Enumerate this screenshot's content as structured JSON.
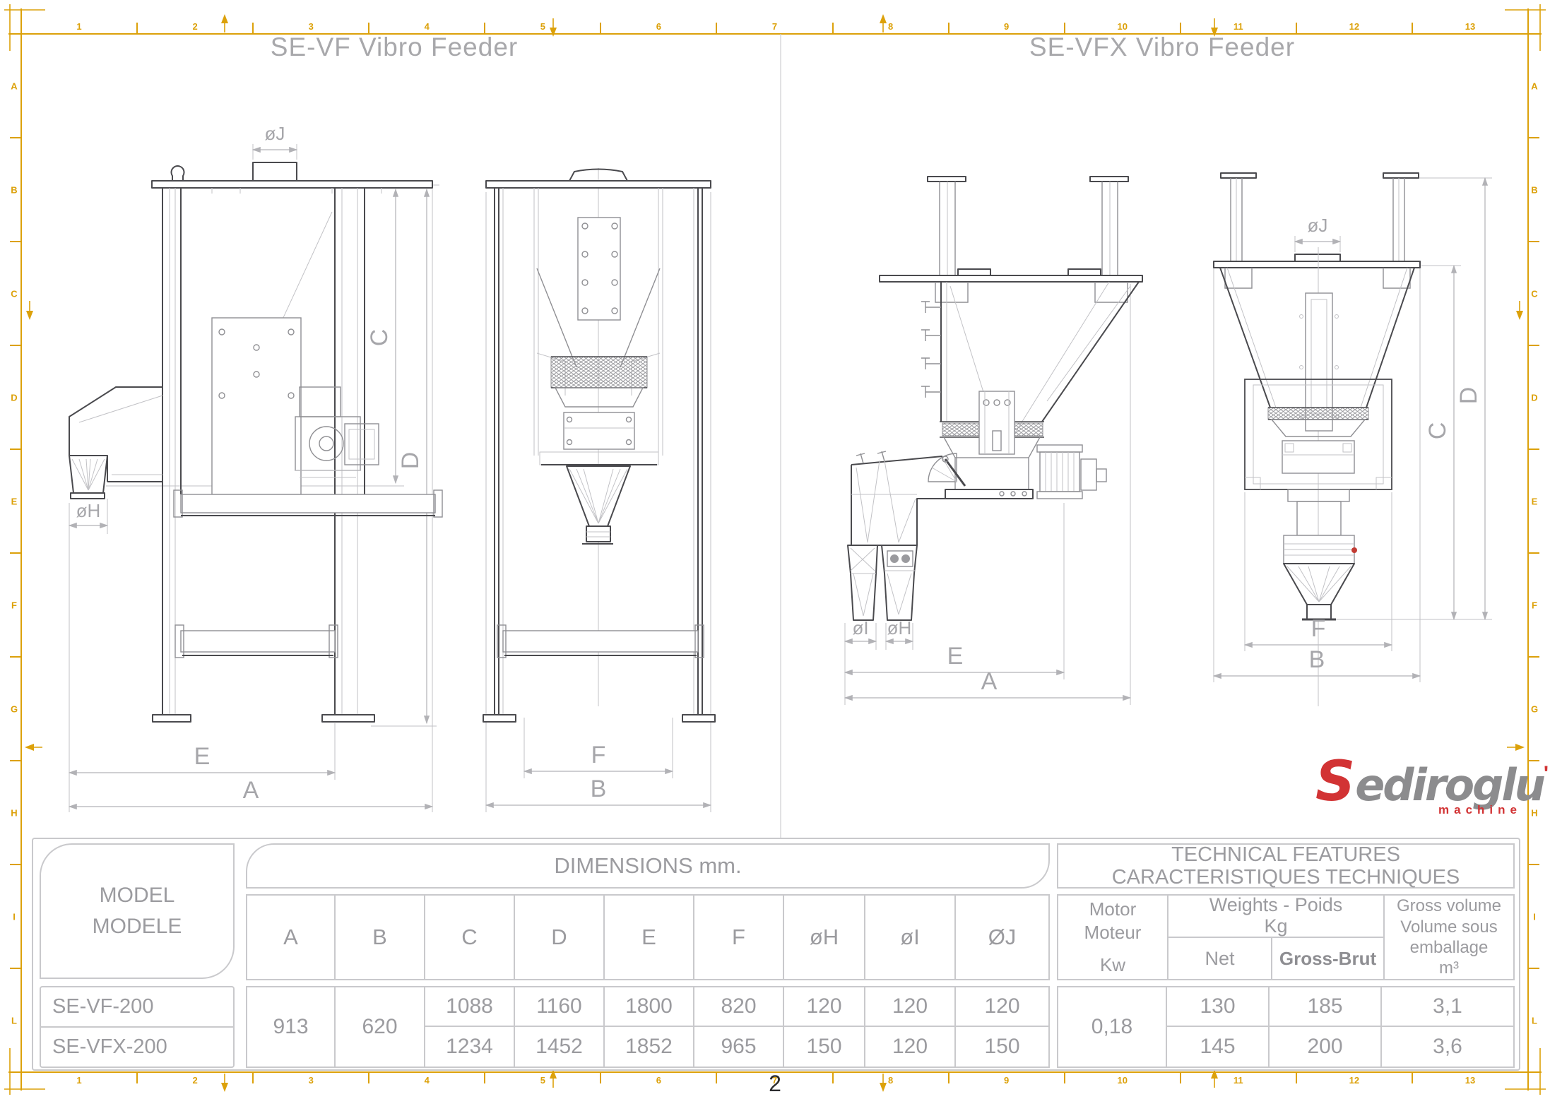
{
  "frame": {
    "accent_color": "#DCA10A",
    "top_numbers": [
      "1",
      "2",
      "3",
      "4",
      "5",
      "6",
      "7",
      "8",
      "9",
      "10",
      "11",
      "12",
      "13"
    ],
    "bottom_numbers": [
      "1",
      "2",
      "3",
      "4",
      "5",
      "6",
      "7",
      "8",
      "9",
      "10",
      "11",
      "12",
      "13"
    ],
    "left_letters": [
      "A",
      "B",
      "C",
      "D",
      "E",
      "F",
      "G",
      "H",
      "I",
      "L"
    ],
    "right_letters": [
      "A",
      "B",
      "C",
      "D",
      "E",
      "F",
      "G",
      "H",
      "I",
      "L"
    ],
    "page_number": "2"
  },
  "titles": {
    "left": "SE-VF Vibro Feeder",
    "right": "SE-VFX Vibro Feeder"
  },
  "drawings": {
    "sevf_side": {
      "dim_oj": "øJ",
      "dim_c": "C",
      "dim_d": "D",
      "dim_oh": "øH",
      "dim_e": "E",
      "dim_a": "A"
    },
    "sevf_front": {
      "dim_f": "F",
      "dim_b": "B"
    },
    "sevfx_side": {
      "dim_oi": "øI",
      "dim_oh": "øH",
      "dim_e": "E",
      "dim_a": "A"
    },
    "sevfx_front": {
      "dim_oj": "øJ",
      "dim_c": "C",
      "dim_d": "D",
      "dim_f": "F",
      "dim_b": "B"
    }
  },
  "table": {
    "model_header_1": "MODEL",
    "model_header_2": "MODELE",
    "dimensions_header": "DIMENSIONS mm.",
    "tech_header_1": "TECHNICAL FEATURES",
    "tech_header_2": "CARACTERISTIQUES TECHNIQUES",
    "dim_columns": [
      "A",
      "B",
      "C",
      "D",
      "E",
      "F",
      "øH",
      "øI",
      "ØJ"
    ],
    "motor_line1": "Motor",
    "motor_line2": "Moteur",
    "motor_line3": "Kw",
    "weights_line1": "Weights - Poids",
    "weights_line2": "Kg",
    "net_label": "Net",
    "gross_label": "Gross-Brut",
    "volume_line1": "Gross volume",
    "volume_line2": "Volume sous",
    "volume_line3": "emballage",
    "volume_line4": "m³",
    "rows": [
      {
        "model": "SE-VF-200",
        "a": "1088",
        "c": "1160",
        "d": "1800",
        "e": "820",
        "oh": "120",
        "oi": "120",
        "oj": "120",
        "net": "130",
        "gross": "185",
        "volume": "3,1"
      },
      {
        "model": "SE-VFX-200",
        "a": "1234",
        "c": "1452",
        "d": "1852",
        "e": "965",
        "oh": "150",
        "oi": "120",
        "oj": "150",
        "net": "145",
        "gross": "200",
        "volume": "3,6"
      }
    ],
    "shared": {
      "b": "913",
      "f": "620",
      "motor": "0,18"
    }
  },
  "logo": {
    "mark": "S",
    "name_rest": "ediroglu",
    "tick": "'",
    "tagline": "machine",
    "red": "#d23334",
    "gray": "#8c8c8e"
  }
}
